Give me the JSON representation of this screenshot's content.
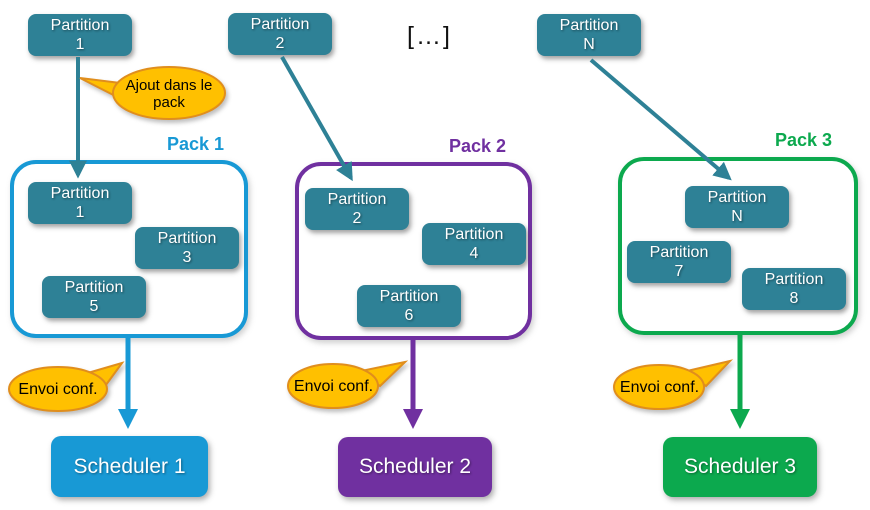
{
  "diagram": {
    "ellipsis": "[…]",
    "top_partitions": [
      {
        "line1": "Partition",
        "line2": "1"
      },
      {
        "line1": "Partition",
        "line2": "2"
      },
      {
        "line1": "Partition",
        "line2": "N"
      }
    ],
    "ajout_callout": {
      "line1": "Ajout dans le",
      "line2": "pack"
    },
    "packs": [
      {
        "label": "Pack 1",
        "partitions": [
          {
            "line1": "Partition",
            "line2": "1"
          },
          {
            "line1": "Partition",
            "line2": "3"
          },
          {
            "line1": "Partition",
            "line2": "5"
          }
        ],
        "envoi_callout": "Envoi conf.",
        "scheduler": "Scheduler 1"
      },
      {
        "label": "Pack 2",
        "partitions": [
          {
            "line1": "Partition",
            "line2": "2"
          },
          {
            "line1": "Partition",
            "line2": "4"
          },
          {
            "line1": "Partition",
            "line2": "6"
          }
        ],
        "envoi_callout": "Envoi conf.",
        "scheduler": "Scheduler 2"
      },
      {
        "label": "Pack 3",
        "partitions": [
          {
            "line1": "Partition",
            "line2": "N"
          },
          {
            "line1": "Partition",
            "line2": "7"
          },
          {
            "line1": "Partition",
            "line2": "8"
          }
        ],
        "envoi_callout": "Envoi conf.",
        "scheduler": "Scheduler 3"
      }
    ],
    "colors": {
      "partition_teal": "#2E8196",
      "pack1_blue": "#1899D5",
      "pack2_purple": "#7030A0",
      "pack3_green": "#0CA94E",
      "callout_fill": "#FFC000",
      "callout_border": "#E08E1D"
    }
  }
}
